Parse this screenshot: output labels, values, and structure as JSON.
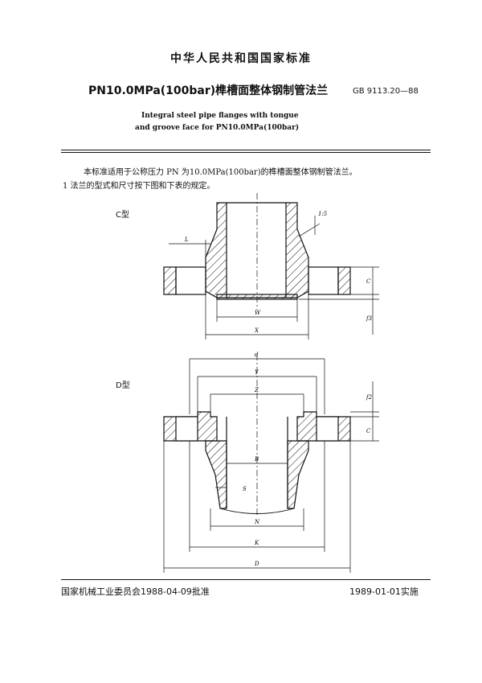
{
  "header": {
    "org_title": "中华人民共和国国家标准"
  },
  "title": {
    "cn": "PN10.0MPa(100bar)榫槽面整体钢制管法兰",
    "standard_no": "GB 9113.20—88",
    "en_line1": "Integral steel pipe flanges with tongue",
    "en_line2": "and groove face for PN10.0MPa(100bar)"
  },
  "body": {
    "para1": "本标准适用于公称压力 PN 为10.0MPa(100bar)的榫槽面整体钢制管法兰。",
    "para2": "1  法兰的型式和尺寸按下图和下表的规定。"
  },
  "figures": {
    "c_type_label": "C型",
    "d_type_label": "D型",
    "c_dims": {
      "L": "L",
      "W": "W",
      "X": "X",
      "C": "C",
      "f3": "f3",
      "slope": "1:5"
    },
    "d_dims": {
      "d": "d",
      "Y": "Y",
      "Z": "Z",
      "f2": "f2",
      "C": "C",
      "B": "B",
      "S": "S",
      "N": "N",
      "K": "K",
      "D": "D"
    }
  },
  "footer": {
    "issuer": "国家机械工业委员会1988-04-09批准",
    "effective": "1989-01-01实施"
  }
}
